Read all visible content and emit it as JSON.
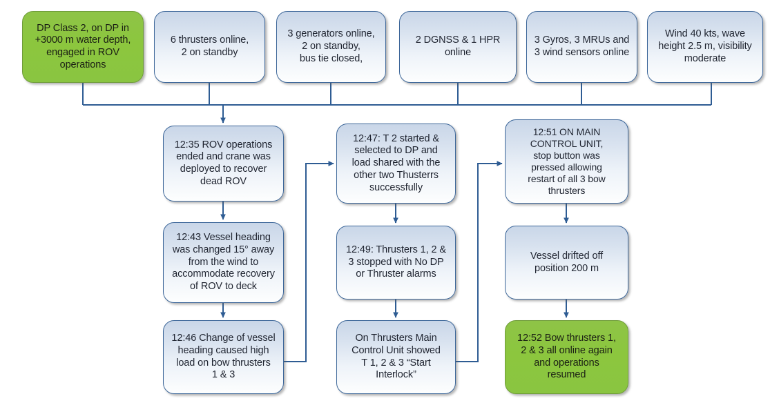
{
  "diagram": {
    "title": "DP incident timeline flowchart",
    "colors": {
      "accent_line": "#2e5c93",
      "node_border": "#3c6699",
      "node_fill_top": "#c9d6e8",
      "node_fill_bottom": "#fdfefe",
      "highlight_fill": "#8cc63e",
      "highlight_border": "#6f9c3a",
      "text": "#1f2430"
    },
    "context_row": [
      {
        "id": "dp-class",
        "highlight": true,
        "text": "DP Class 2, on DP in\n+3000 m water depth,\nengaged in ROV\noperations"
      },
      {
        "id": "thrusters",
        "highlight": false,
        "text": "6 thrusters online,\n2 on standby"
      },
      {
        "id": "generators",
        "highlight": false,
        "text": "3 generators online,\n2 on standby,\nbus tie closed,"
      },
      {
        "id": "position-reference",
        "highlight": false,
        "text": "2 DGNSS & 1 HPR\nonline"
      },
      {
        "id": "sensors",
        "highlight": false,
        "text": "3 Gyros, 3 MRUs and\n3 wind sensors online"
      },
      {
        "id": "weather",
        "highlight": false,
        "text": "Wind 40 kts, wave\nheight 2.5 m, visibility\nmoderate"
      }
    ],
    "column_1": [
      {
        "id": "t1235",
        "highlight": false,
        "text": "12:35 ROV operations\nended and crane was\ndeployed to recover\ndead ROV"
      },
      {
        "id": "t1243",
        "highlight": false,
        "text": "12:43 Vessel heading\nwas changed 15°  away\nfrom the wind to\naccommodate recovery\nof ROV to deck"
      },
      {
        "id": "t1246",
        "highlight": false,
        "text": "12:46 Change of vessel\nheading caused high\nload on bow thrusters\n1 & 3"
      }
    ],
    "column_2": [
      {
        "id": "t1247",
        "highlight": false,
        "text": "12:47: T 2 started &\nselected to DP and\nload shared with the\nother two Thusterrs\nsuccessfully"
      },
      {
        "id": "t1249",
        "highlight": false,
        "text": "12:49: Thrusters 1, 2 &\n3 stopped with No DP\nor Thruster alarms"
      },
      {
        "id": "interlock",
        "highlight": false,
        "text": "On Thrusters Main\nControl Unit showed\nT 1, 2 & 3 “Start\nInterlock”"
      }
    ],
    "column_3": [
      {
        "id": "t1251",
        "highlight": false,
        "text": "12:51 ON MAIN\nCONTROL UNIT,\nstop button was\npressed allowing\nrestart of all 3 bow\nthrusters"
      },
      {
        "id": "drift",
        "highlight": false,
        "text": "Vessel drifted off\nposition 200 m"
      },
      {
        "id": "t1252",
        "highlight": true,
        "text": "12:52 Bow thrusters 1,\n2 & 3 all online again\nand operations\nresumed"
      }
    ]
  }
}
